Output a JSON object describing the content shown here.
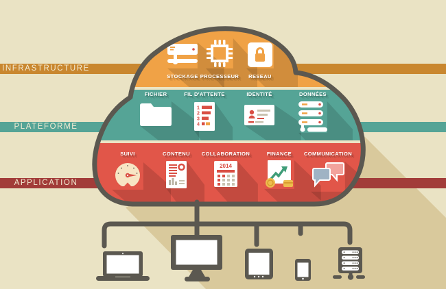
{
  "title": "cloud-computing-layers-infographic",
  "colors": {
    "background": "#eae3c4",
    "shadow": "#d9c99c",
    "infrastructure_stripe": "#c9872f",
    "plateforme_stripe": "#55a496",
    "application_stripe": "#a23c39",
    "cloud_orange_band": "#f0a246",
    "cloud_teal_band": "#55a496",
    "cloud_red_band": "#e15649",
    "outline_gray": "#5b5850",
    "accent_red": "#d94f44"
  },
  "layers": {
    "infrastructure": {
      "label": "INFRASTRUCTURE",
      "items": [
        {
          "label": "STOCKAGE",
          "icon": "storage-drive-icon"
        },
        {
          "label": "PROCESSEUR",
          "icon": "cpu-chip-icon"
        },
        {
          "label": "RESEAU",
          "icon": "network-lock-icon"
        }
      ]
    },
    "plateforme": {
      "label": "PLATEFORME",
      "items": [
        {
          "label": "FICHIER",
          "icon": "folder-icon"
        },
        {
          "label": "FIL D'ATTENTE",
          "icon": "queue-list-icon",
          "numbers": [
            "1",
            "2",
            "3",
            "4"
          ]
        },
        {
          "label": "IDENTITÉ",
          "icon": "id-card-icon"
        },
        {
          "label": "DONNÉES",
          "icon": "database-icon"
        }
      ]
    },
    "application": {
      "label": "APPLICATION",
      "items": [
        {
          "label": "SUIVI",
          "icon": "gauge-icon"
        },
        {
          "label": "CONTENU",
          "icon": "content-document-icon"
        },
        {
          "label": "COLLABORATION",
          "icon": "calendar-icon",
          "year": "2014"
        },
        {
          "label": "FINANCE",
          "icon": "finance-chart-icon"
        },
        {
          "label": "COMMUNICATION",
          "icon": "chat-bubbles-icon"
        }
      ]
    }
  },
  "devices": [
    {
      "icon": "laptop-icon"
    },
    {
      "icon": "desktop-monitor-icon"
    },
    {
      "icon": "tablet-icon"
    },
    {
      "icon": "smartphone-icon"
    },
    {
      "icon": "server-rack-icon"
    }
  ]
}
